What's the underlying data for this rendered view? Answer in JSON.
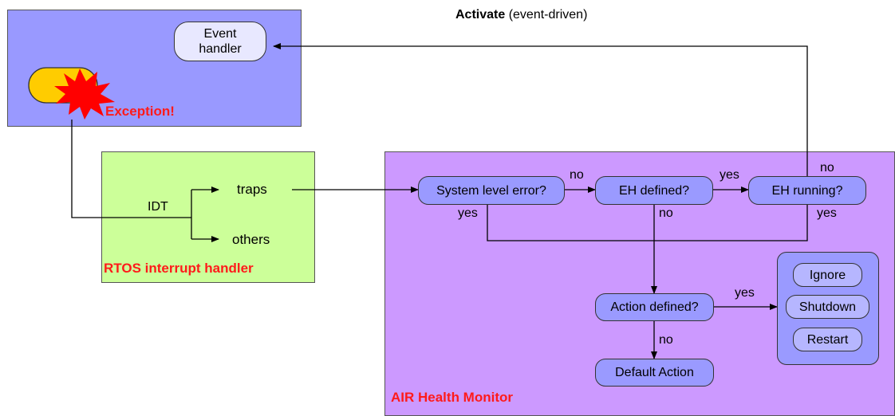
{
  "header": {
    "activate_bold": "Activate",
    "activate_rest": " (event-driven)"
  },
  "app": {
    "event_handler_line1": "Event",
    "event_handler_line2": "handler",
    "exception_label": "Exception!"
  },
  "rtos": {
    "title": "RTOS interrupt handler",
    "idt": "IDT",
    "traps": "traps",
    "others": "others"
  },
  "monitor": {
    "title": "AIR Health Monitor",
    "system_level_error": "System level error?",
    "eh_defined": "EH defined?",
    "eh_running": "EH running?",
    "action_defined": "Action defined?",
    "default_action": "Default Action",
    "actions": [
      "Ignore",
      "Shutdown",
      "Restart"
    ]
  },
  "edges": {
    "no1": "no",
    "yes1": "yes",
    "no_top": "no",
    "yes_sle": "yes",
    "no_eh": "no",
    "yes_ehr": "yes",
    "yes_action": "yes",
    "no_action": "no"
  },
  "colors": {
    "app_region": "#9999ff",
    "rtos_region": "#ccff99",
    "monitor_region": "#cc99ff",
    "node_fill": "#9a9aff",
    "title_red": "#ff1a1a",
    "exception_orange": "#ffcc00",
    "burst_red": "#ff0000"
  }
}
